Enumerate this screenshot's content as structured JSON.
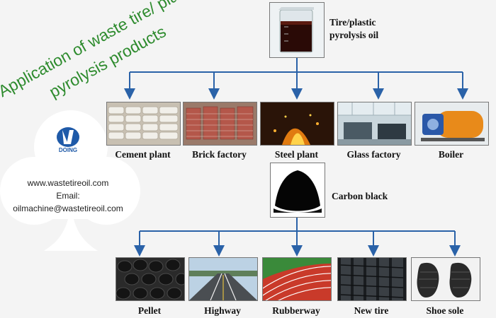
{
  "title": {
    "line1": "Application of waste tire/ plastic",
    "line2": "pyrolysis products"
  },
  "logo": {
    "text": "DOING"
  },
  "contact": {
    "website": "www.wastetireoil.com",
    "email_label": "Email:",
    "email": "oilmachine@wastetireoil.com"
  },
  "oil": {
    "label_line1": "Tire/plastic",
    "label_line2": "pyrolysis oil"
  },
  "oil_uses": [
    {
      "label": "Cement plant",
      "icon": "cement-bags-image"
    },
    {
      "label": "Brick factory",
      "icon": "brick-stacks-image"
    },
    {
      "label": "Steel plant",
      "icon": "molten-steel-image"
    },
    {
      "label": "Glass factory",
      "icon": "glass-factory-image"
    },
    {
      "label": "Boiler",
      "icon": "boiler-image"
    }
  ],
  "carbon": {
    "label": "Carbon black"
  },
  "carbon_uses": [
    {
      "label": "Pellet",
      "icon": "pellets-image"
    },
    {
      "label": "Highway",
      "icon": "highway-image"
    },
    {
      "label": "Rubberway",
      "icon": "running-track-image"
    },
    {
      "label": "New tire",
      "icon": "tire-tread-image"
    },
    {
      "label": "Shoe sole",
      "icon": "shoe-sole-image"
    }
  ],
  "colors": {
    "title_green": "#2e8b2e",
    "arrow_blue": "#2a62a8",
    "logo_blue": "#1f5aa8"
  }
}
